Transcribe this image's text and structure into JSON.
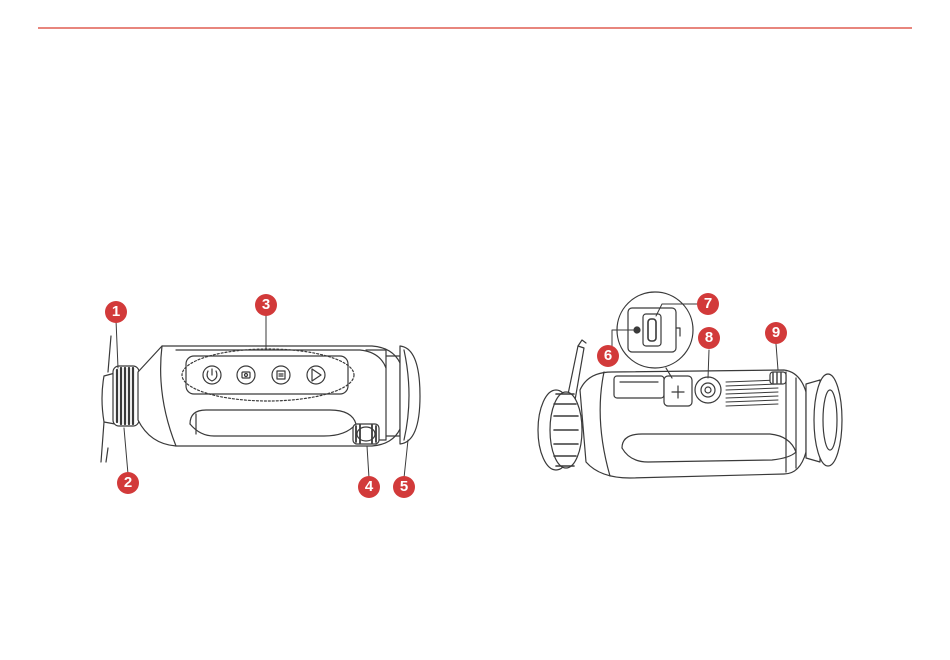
{
  "colors": {
    "callout": "#d23a3a",
    "rule": "#e8867d",
    "line": "#3a3a3a"
  },
  "callouts": [
    "1",
    "2",
    "3",
    "4",
    "5",
    "6",
    "7",
    "8",
    "9"
  ]
}
